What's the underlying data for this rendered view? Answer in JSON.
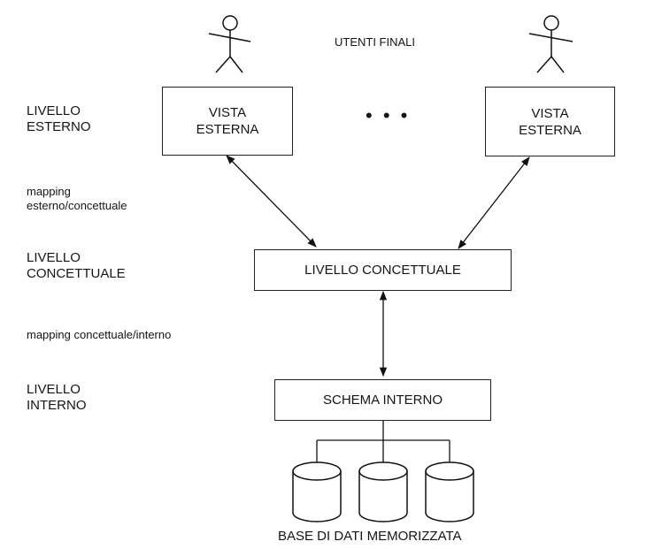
{
  "labels": {
    "end_users": "UTENTI FINALI",
    "external_level": [
      "LIVELLO",
      "ESTERNO"
    ],
    "mapping_ext_conc": [
      "mapping",
      "esterno/concettuale"
    ],
    "conceptual_level": [
      "LIVELLO",
      "CONCETTUALE"
    ],
    "mapping_conc_int": "mapping concettuale/interno",
    "internal_level": [
      "LIVELLO",
      "INTERNO"
    ],
    "stored_db": "BASE DI DATI MEMORIZZATA"
  },
  "boxes": {
    "external_view_left": [
      "VISTA",
      "ESTERNA"
    ],
    "external_view_right": [
      "VISTA",
      "ESTERNA"
    ],
    "conceptual": "LIVELLO CONCETTUALE",
    "internal_schema": "SCHEMA INTERNO"
  },
  "ellipsis": "• • •"
}
